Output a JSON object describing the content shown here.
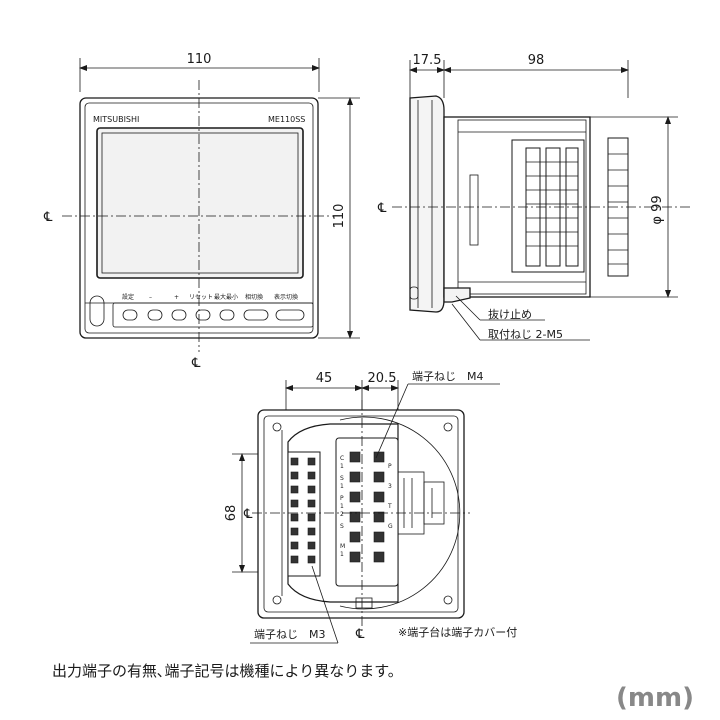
{
  "front_view": {
    "width_dim": "110",
    "height_dim": "110",
    "brand": "MITSUBISHI",
    "model": "ME110SS",
    "buttons": [
      "設定",
      "–",
      "+",
      "リセット",
      "最大最小",
      "相切換",
      "表示切換"
    ],
    "centerline_mark": "℄"
  },
  "side_view": {
    "depth_front_dim": "17.5",
    "depth_body_dim": "98",
    "diameter_dim": "φ 99",
    "callout_stopper": "抜け止め",
    "callout_mount_screw": "取付ねじ 2-M5",
    "centerline_mark": "℄"
  },
  "rear_view": {
    "dim_left": "45",
    "dim_right": "20.5",
    "dim_height": "68",
    "callout_terminal_screw_large": "端子ねじ　M4",
    "callout_terminal_screw_small": "端子ねじ　M3",
    "note_cover": "※端子台は端子カバー付",
    "centerline_mark": "℄",
    "terminal_labels": [
      "C",
      "1",
      "S",
      "1",
      "P",
      "1",
      "2",
      "S",
      "P",
      "3",
      "M",
      "1",
      "T",
      "G"
    ]
  },
  "footer": {
    "note": "出力端子の有無､端子記号は機種により異なります。",
    "unit": "(mm)"
  }
}
